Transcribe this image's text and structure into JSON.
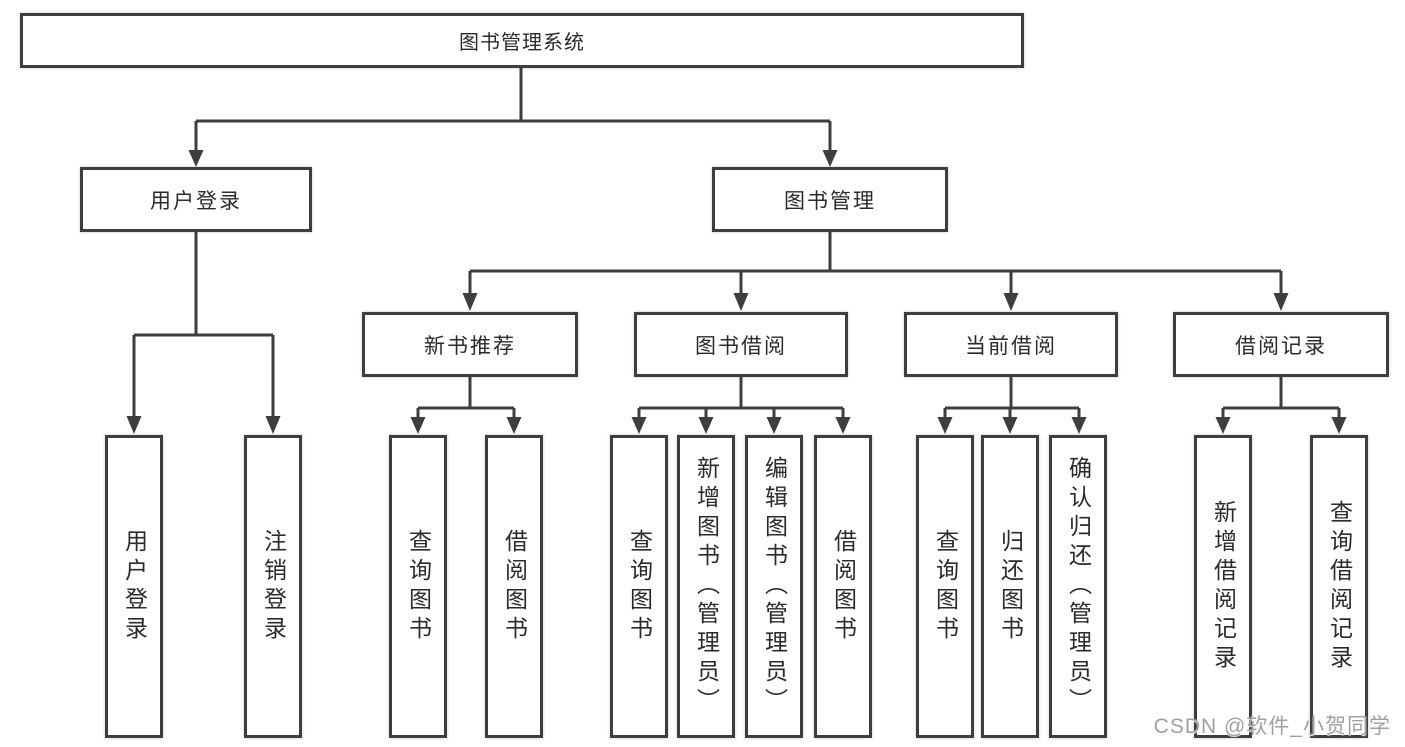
{
  "tree": {
    "root": "图书管理系统",
    "user_login": {
      "label": "用户登录",
      "children": [
        "用户登录",
        "注销登录"
      ]
    },
    "book_mgmt": {
      "label": "图书管理",
      "new_book": {
        "label": "新书推荐",
        "children": [
          "查询图书",
          "借阅图书"
        ]
      },
      "book_borrow": {
        "label": "图书借阅",
        "children": [
          "查询图书",
          "新增图书（管理员）",
          "编辑图书（管理员）",
          "借阅图书"
        ]
      },
      "current_borrow": {
        "label": "当前借阅",
        "children": [
          "查询图书",
          "归还图书",
          "确认归还（管理员）"
        ]
      },
      "borrow_records": {
        "label": "借阅记录",
        "children": [
          "新增借阅记录",
          "查询借阅记录"
        ]
      }
    }
  },
  "watermark": "CSDN @软件_小贺同学",
  "colors": {
    "line": "#3e3e3e",
    "text": "#2b2b2b",
    "watermark": "#a0a0a0",
    "background": "#ffffff"
  }
}
